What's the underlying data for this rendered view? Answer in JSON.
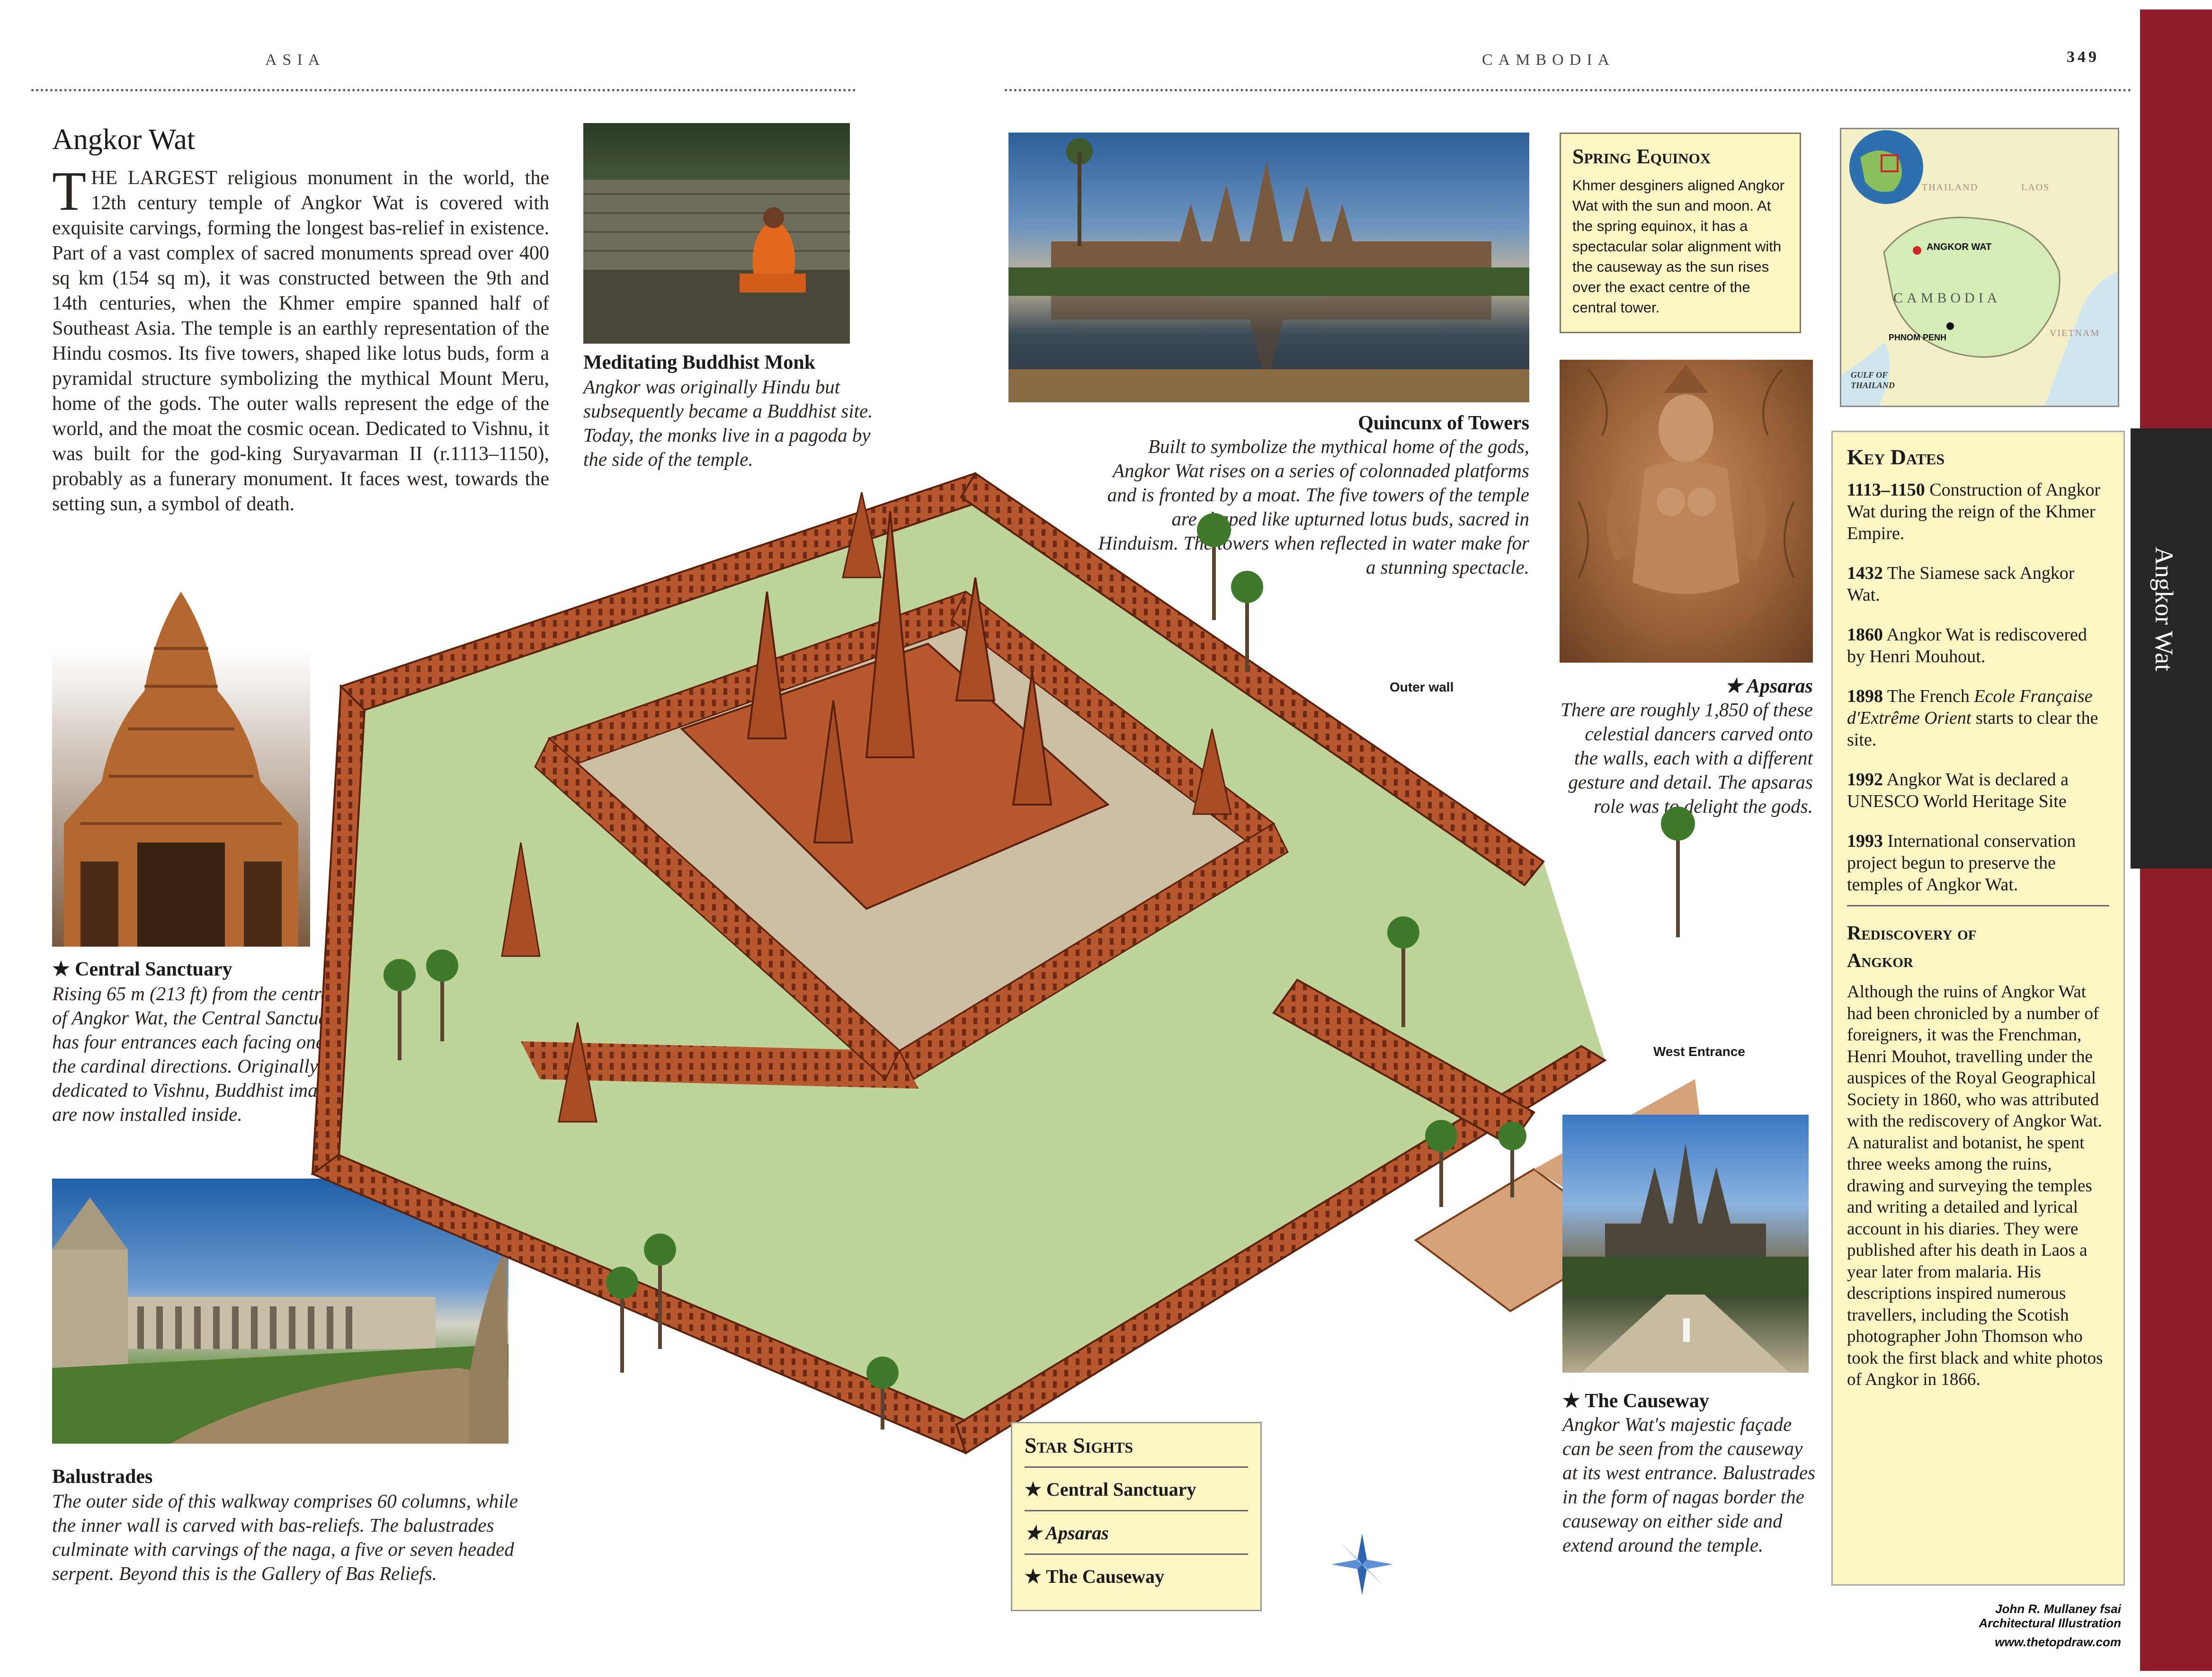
{
  "header": {
    "left": "ASIA",
    "center": "CAMBODIA",
    "page_number": "349"
  },
  "tab_label": "Angkor Wat",
  "article": {
    "title": "Angkor Wat",
    "drop_cap": "T",
    "lead_smallcaps": "HE LARGEST",
    "body": " religious monument in the world, the 12th century temple of Angkor Wat is covered with exquisite carvings, forming the longest bas-relief in existence. Part of a vast complex of sacred monuments spread over 400 sq km (154 sq m), it was constructed between the 9th and 14th centuries, when the Khmer empire spanned half of Southeast Asia. The temple is an earthly representation of the Hindu cosmos. Its five towers, shaped like lotus buds, form a pyramidal structure symbolizing the mythical Mount Meru, home of the gods. The outer walls represent the edge of the world, and the moat the cosmic ocean. Dedicated to Vishnu, it was built for the god-king Suryavarman II (r.1113–1150), probably as a funerary monument. It faces west, towards the setting sun, a symbol of death."
  },
  "captions": {
    "monk": {
      "title": "Meditating Buddhist Monk",
      "text": "Angkor was originally Hindu but subsequently became a Buddhist site. Today, the monks live in a pagoda by the side of the temple."
    },
    "quincunx": {
      "title": "Quincunx of Towers",
      "text": "Built to symbolize the mythical home of the gods, Angkor Wat rises on a series of colonnaded platforms and is fronted by a moat. The five towers of the temple are shaped like upturned lotus buds, sacred in Hinduism. The towers when reflected in water make for a stunning spectacle."
    },
    "apsaras": {
      "title": "★ Apsaras",
      "text": "There are roughly 1,850 of these celestial dancers carved onto the walls, each with a different gesture and detail. The apsaras role was to delight the gods."
    },
    "central": {
      "title": "★ Central Sanctuary",
      "text": "Rising 65 m (213 ft) from the centre of Angkor Wat, the Central Sanctuary has four entrances each facing one of the cardinal directions. Originally dedicated to Vishnu, Buddhist images are now installed inside."
    },
    "balustrades": {
      "title": "Balustrades",
      "text": "The outer side of this walkway comprises 60 columns, while the inner wall is carved with bas-reliefs. The balustrades culminate with carvings of the naga, a five or seven headed serpent. Beyond this is the Gallery of Bas Reliefs."
    },
    "causeway": {
      "title": "★ The Causeway",
      "text": "Angkor Wat's majestic façade can be seen from the causeway at its west entrance. Balustrades in the form of nagas border the causeway on either side and extend around the temple."
    }
  },
  "labels": {
    "outer_wall": "Outer wall",
    "west_entrance": "West Entrance"
  },
  "spring_equinox": {
    "title": "Spring Equinox",
    "text": "Khmer desginers aligned Angkor Wat with the sun and moon. At the spring equinox, it has a spectacular solar alignment with the causeway as the sun rises over the exact centre of the central tower."
  },
  "map": {
    "labels": {
      "thailand": "THAILAND",
      "laos": "LAOS",
      "angkor": "ANGKOR WAT",
      "cambodia": "CAMBODIA",
      "phnom_penh": "PHNOM PENH",
      "vietnam": "VIETNAM",
      "gulf1": "GULF OF",
      "gulf2": "THAILAND"
    },
    "colors": {
      "sea": "#cfe6ef",
      "land": "#f3efc7",
      "cambodia": "#d6ecb7",
      "marker": "#d0262a"
    }
  },
  "key_dates": {
    "title": "Key Dates",
    "entries": [
      {
        "year": "1113–1150",
        "text": " Construction of Angkor Wat during the reign of the Khmer Empire."
      },
      {
        "year": "1432",
        "text": " The Siamese sack Angkor Wat."
      },
      {
        "year": "1860",
        "text": " Angkor Wat is rediscovered by Henri Mouhout."
      },
      {
        "year": "1898",
        "text": " The French ",
        "italic": "Ecole Française d'Extrême Orient",
        "text2": " starts to clear the site."
      },
      {
        "year": "1992",
        "text": " Angkor Wat is declared a UNESCO World Heritage Site"
      },
      {
        "year": "1993",
        "text": " International conservation project begun to preserve the temples of Angkor Wat."
      }
    ]
  },
  "rediscovery": {
    "title1": "Rediscovery of",
    "title2": "Angkor",
    "text": "Although the ruins of Angkor Wat had been chronicled by a number of foreigners, it was the Frenchman, Henri Mouhot, travelling under the auspices of the Royal Geographical Society in 1860, who was attributed with the rediscovery of Angkor Wat. A naturalist and botanist, he spent three weeks among the ruins, drawing and surveying the temples and writing a detailed and lyrical account in his diaries. They were published after his death in Laos a year later from malaria. His descriptions inspired numerous travellers, including the Scotish photographer John Thomson who took the first black and white photos of Angkor in 1866."
  },
  "star_sights": {
    "title": "Star Sights",
    "items": [
      "★ Central Sanctuary",
      "★ Apsaras",
      "★ The Causeway"
    ]
  },
  "credit": {
    "line1": "John R. Mullaney  fsai",
    "line2": "Architectural Illustration",
    "line3": "www.thetopdraw.com"
  },
  "colors": {
    "tab": "#8f1d2a",
    "tab_dark": "#262626",
    "box": "#fbf6c4",
    "temple": "#b8582f",
    "lawn": "#bfd49a"
  }
}
